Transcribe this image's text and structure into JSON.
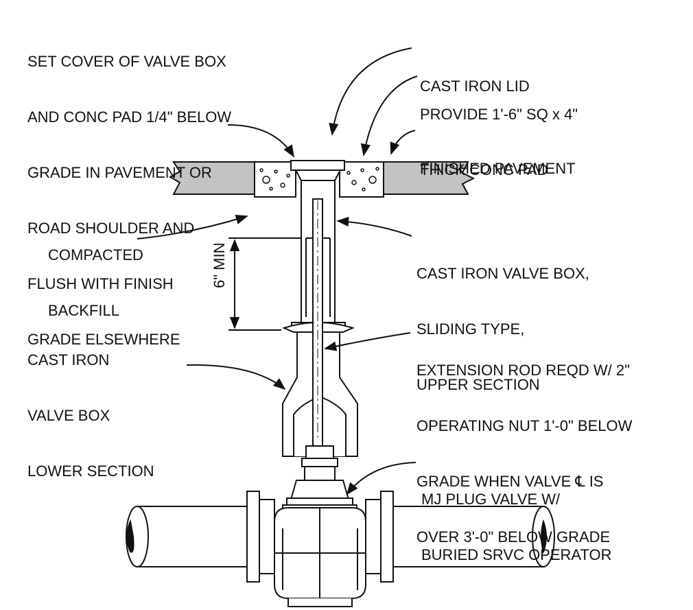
{
  "labels": {
    "set_cover": [
      "SET COVER OF VALVE BOX",
      "AND CONC PAD 1/4\" BELOW",
      "GRADE IN PAVEMENT OR",
      "ROAD SHOULDER AND",
      "FLUSH WITH FINISH",
      "GRADE ELSEWHERE"
    ],
    "cast_iron_lid": [
      "CAST IRON LID"
    ],
    "conc_pad": [
      "PROVIDE 1'-6\" SQ x 4\"",
      "THICK CONC PAD"
    ],
    "finished_pavement": [
      "FINISHED PAVEMENT"
    ],
    "compacted_backfill": [
      "COMPACTED",
      "BACKFILL"
    ],
    "upper_section": [
      "CAST IRON VALVE BOX,",
      "SLIDING TYPE,",
      "UPPER SECTION"
    ],
    "min_dimension": "6\" MIN",
    "lower_section": [
      "CAST IRON",
      "VALVE BOX",
      "LOWER SECTION"
    ],
    "extension_rod": [
      "EXTENSION ROD REQD W/ 2\"",
      "OPERATING NUT 1'-0\" BELOW",
      "GRADE WHEN VALVE ℄ IS",
      "OVER 3'-0\" BELOW GRADE"
    ],
    "plug_valve": [
      "MJ PLUG VALVE W/",
      "BURIED SRVC OPERATOR"
    ]
  },
  "colors": {
    "line": "#111111",
    "pavement_fill": "#d0d0d0",
    "concrete_fill": "#ffffff"
  }
}
